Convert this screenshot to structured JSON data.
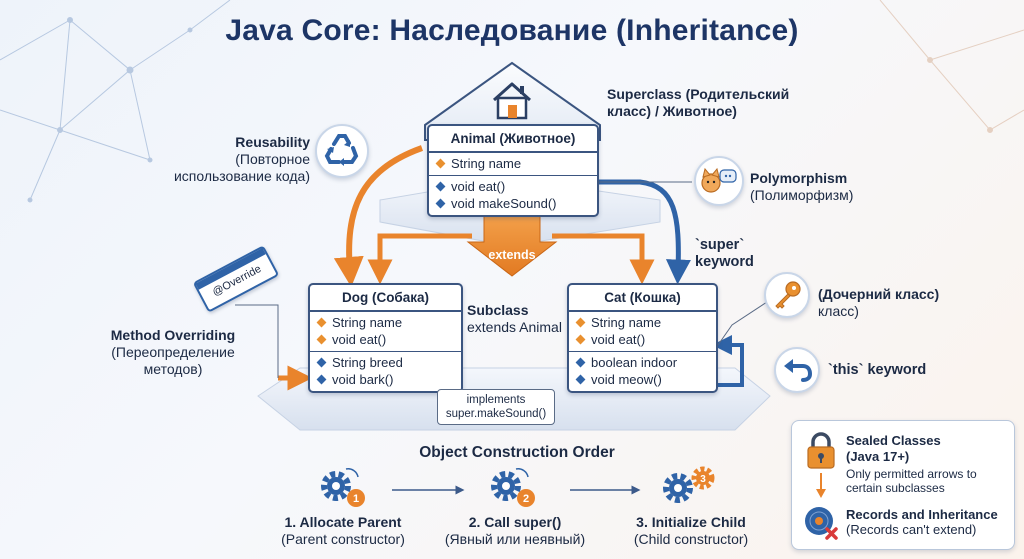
{
  "title": "Java Core: Наследование (Inheritance)",
  "superclass_label": [
    "Superclass (Родительский",
    "класс) / Животное)"
  ],
  "animal": {
    "name": "Animal (Животное)",
    "fields": [
      "String name"
    ],
    "methods": [
      "void eat()",
      "void makeSound()"
    ]
  },
  "dog": {
    "name": "Dog (Собака)",
    "inherited": [
      "String name",
      "void eat()"
    ],
    "own": [
      "String breed",
      "void bark()"
    ]
  },
  "cat": {
    "name": "Cat (Кошка)",
    "inherited": [
      "String name",
      "void eat()"
    ],
    "own": [
      "boolean indoor",
      "void meow()"
    ]
  },
  "extends_label": "extends",
  "subclass_label": {
    "title": "Subclass",
    "sub": "extends Animal"
  },
  "implements_callout": [
    "implements",
    "super.makeSound()"
  ],
  "reusability": {
    "title": "Reusability",
    "lines": [
      "(Повторное",
      "использование кода)"
    ]
  },
  "polymorphism": {
    "title": "Polymorphism",
    "sub": "(Полиморфизм)"
  },
  "super_keyword": [
    "`super`",
    "keyword"
  ],
  "child_class": {
    "title": "(Дочерний класс)",
    "sub": "класс)"
  },
  "this_keyword": "`this` keyword",
  "override_badge": "@Override",
  "method_overriding": {
    "title": "Method Overriding",
    "lines": [
      "(Переопределение",
      "методов)"
    ]
  },
  "construction": {
    "title": "Object Construction Order",
    "steps": [
      {
        "num": "1",
        "title": "1. Allocate Parent",
        "sub": "(Parent constructor)"
      },
      {
        "num": "2",
        "title": "2. Call super()",
        "sub": "(Явный или неявный)"
      },
      {
        "num": "3",
        "title": "3. Initialize Child",
        "sub": "(Child constructor)"
      }
    ]
  },
  "sealed": {
    "title": [
      "Sealed Classes",
      "(Java 17+)"
    ],
    "desc": [
      "Only permitted arrows to",
      "certain subclasses"
    ],
    "records_title": "Records and Inheritance",
    "records_sub": "(Records can't extend)"
  },
  "colors": {
    "navy": "#1d3566",
    "orange": "#e9842c",
    "blue": "#2f63a7",
    "border": "#3b5580"
  }
}
